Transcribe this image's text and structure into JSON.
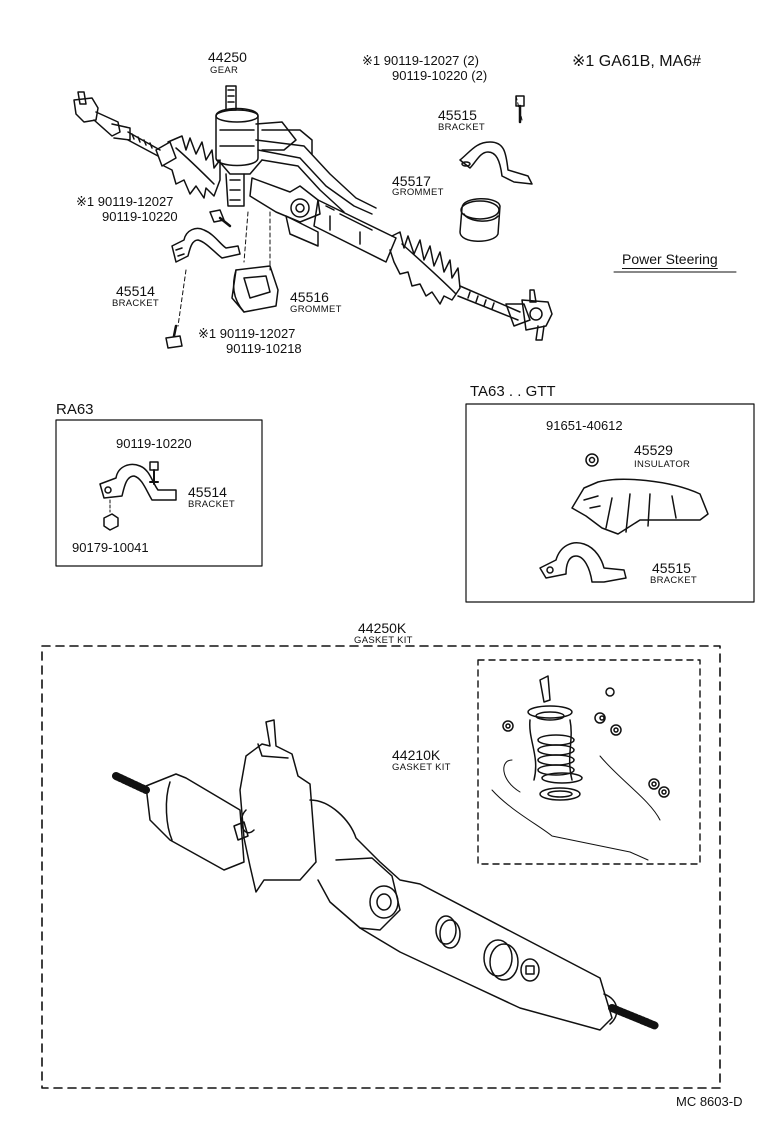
{
  "top": {
    "gear": {
      "num": "44250",
      "name": "GEAR"
    },
    "note_right": {
      "line1": "※1  90119-12027 (2)",
      "line2": "90119-10220 (2)"
    },
    "model_note": "※1 GA61B, MA6#",
    "bracket_r": {
      "num": "45515",
      "name": "BRACKET"
    },
    "grommet_r": {
      "num": "45517",
      "name": "GROMMET"
    },
    "note_left": {
      "line1": "※1  90119-12027",
      "line2": "90119-10220"
    },
    "power_steering": "Power Steering",
    "bracket_l": {
      "num": "45514",
      "name": "BRACKET"
    },
    "grommet_l": {
      "num": "45516",
      "name": "GROMMET"
    },
    "note_bottom": {
      "line1": "※1  90119-12027",
      "line2": "90119-10218"
    }
  },
  "ra63": {
    "title": "RA63",
    "bolt": "90119-10220",
    "bracket": {
      "num": "45514",
      "name": "BRACKET"
    },
    "nut": "90179-10041"
  },
  "ta63": {
    "title": "TA63 . . GTT",
    "clip": "91651-40612",
    "insulator": {
      "num": "45529",
      "name": "INSULATOR"
    },
    "bracket": {
      "num": "45515",
      "name": "BRACKET"
    }
  },
  "kit": {
    "num": "44250K",
    "name": "GASKET KIT"
  },
  "subkit": {
    "num": "44210K",
    "name": "GASKET KIT"
  },
  "footer": "MC  8603-D"
}
